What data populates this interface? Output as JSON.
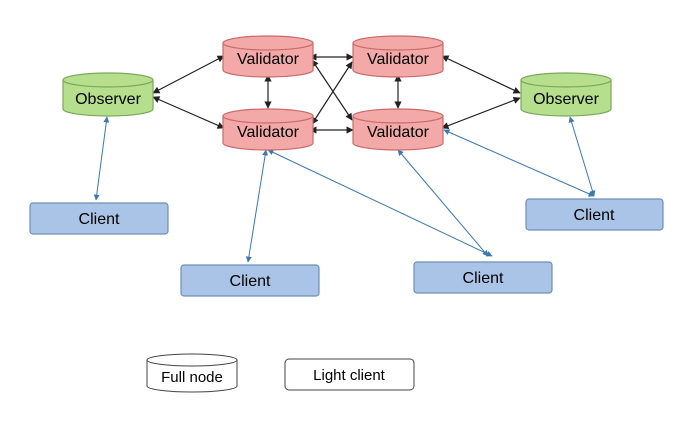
{
  "nodes": {
    "validator_tl": "Validator",
    "validator_tr": "Validator",
    "validator_bl": "Validator",
    "validator_br": "Validator",
    "observer_left": "Observer",
    "observer_right": "Observer"
  },
  "clients": {
    "left": "Client",
    "right": "Client",
    "bottom_left": "Client",
    "bottom_right": "Client"
  },
  "legend": {
    "full_node": "Full node",
    "light_client": "Light client"
  },
  "colors": {
    "validator_fill": "#f4a9a9",
    "validator_stroke": "#c86a6a",
    "observer_fill": "#b5df8d",
    "observer_stroke": "#7aa85a",
    "client_fill": "#a9c4e6",
    "client_stroke": "#6f8fb8",
    "full_edge": "#222222",
    "light_edge": "#3b78b4"
  }
}
